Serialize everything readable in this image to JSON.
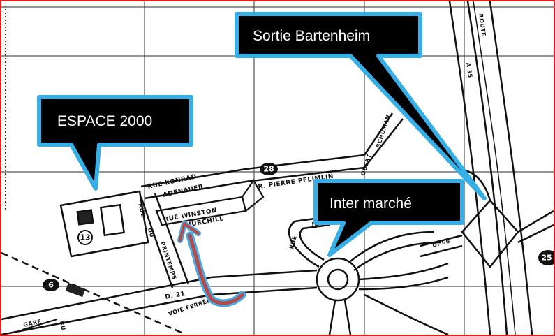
{
  "callouts": {
    "espace": "ESPACE 2000",
    "sortie": "Sortie Bartenheim",
    "inter": "Inter marché"
  },
  "roads": {
    "konrad_1": "RUE KONRAD",
    "konrad_2": "ADENAUER",
    "winston_1": "RUE WINSTON",
    "winston_2": "CHURCHILL",
    "pflimlin": "R. PIERRE PFLIMLIN",
    "schuman": "SCHUMAN",
    "rue_du_1": "RUE",
    "rue_du_2": "DU",
    "printemps": "PRINTEMPS",
    "rue_jean_1": "RUE",
    "rue_jean_2": "JEAN",
    "d21": "D. 21",
    "d66": "D. 66",
    "a35": "A 35",
    "gare": "GARE",
    "ru_fragment": "RU",
    "voie_ferree": "VOIE FERRÉE",
    "top_right_fragment": "ROUTE",
    "obert_fragment": "OBERT"
  },
  "markers": {
    "m28": "28",
    "m13": "13",
    "m6": "6",
    "m25": "25"
  },
  "colors": {
    "frame": "#e02020",
    "callout_fill": "#000000",
    "callout_border": "#36aee6",
    "arrow": "#b44a4a",
    "arrow_outline": "#4aa8e0"
  }
}
